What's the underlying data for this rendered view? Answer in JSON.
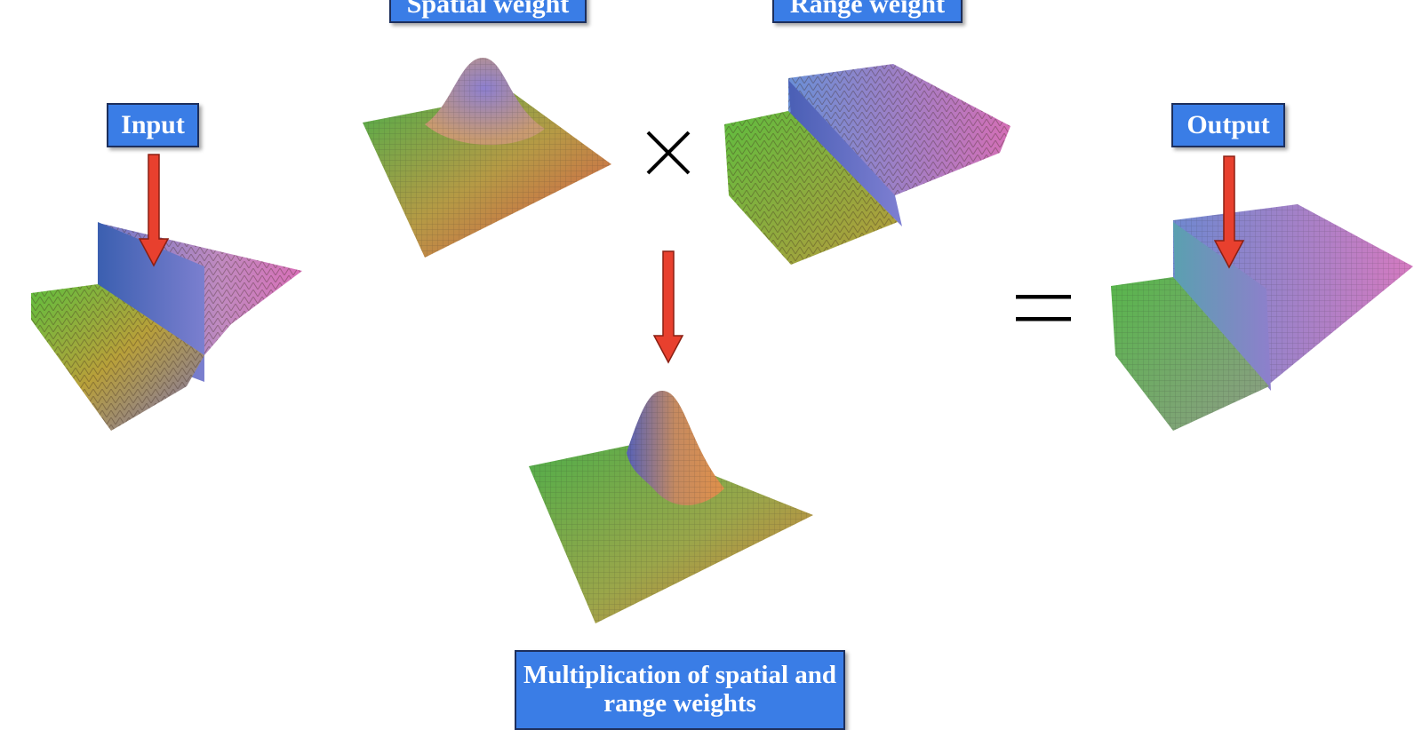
{
  "labels": {
    "spatial_weight": "Spatial weight",
    "range_weight": "Range weight",
    "input": "Input",
    "output": "Output",
    "multiplication": "Multiplication of spatial and range weights"
  },
  "symbols": {
    "times": "×",
    "equals": "="
  },
  "icons": {
    "times": "multiplication-sign-icon",
    "equals": "equals-sign-icon",
    "arrow": "red-down-arrow-icon"
  },
  "colors": {
    "label_fill": "#3a7de6",
    "label_border": "#1d2f5c",
    "label_text": "#ffffff",
    "arrow_fill": "#e8402e",
    "arrow_stroke": "#8a1f12"
  }
}
